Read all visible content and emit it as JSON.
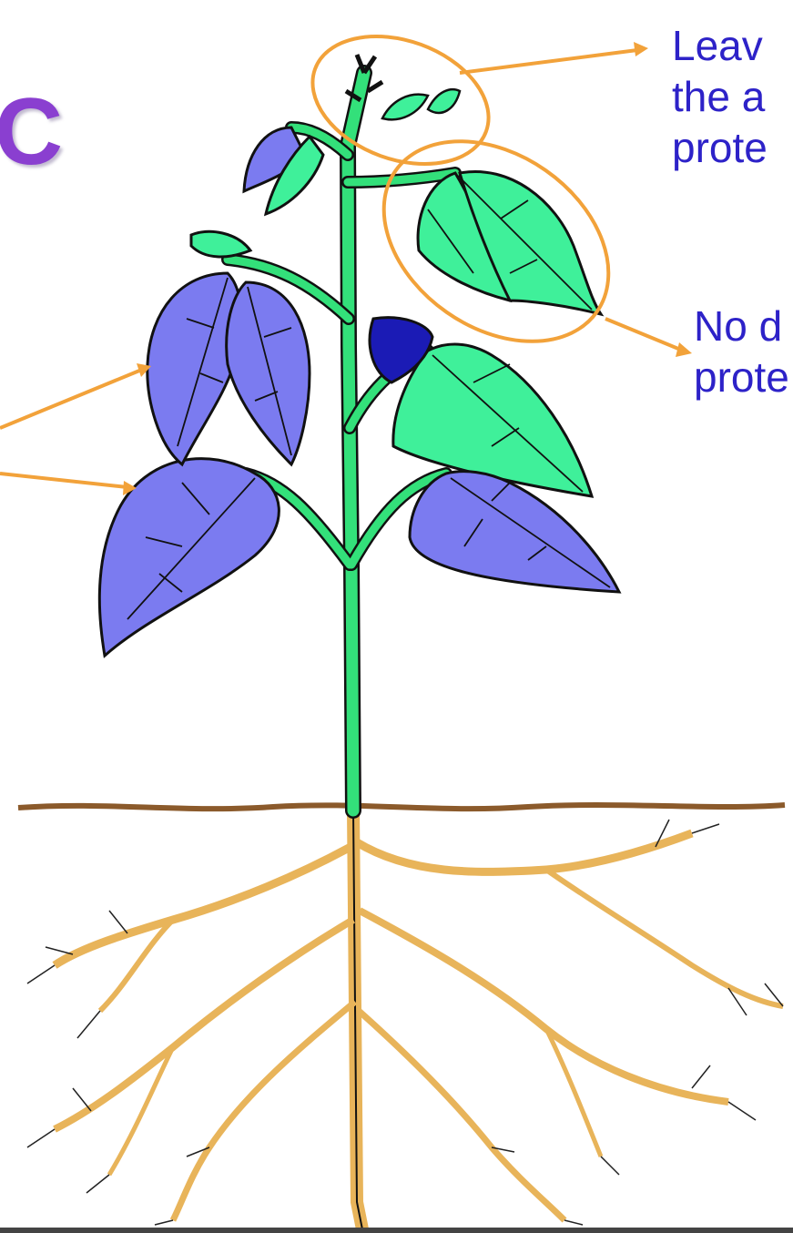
{
  "title_fragment": "C",
  "labels": {
    "right_top": [
      "Leav",
      "the a",
      "prote"
    ],
    "right_mid": [
      "No d",
      "prote"
    ]
  },
  "colors": {
    "stem": "#33e07a",
    "leaf_green": "#3ff09a",
    "leaf_blue": "#7b7bf0",
    "leaf_dark_blue": "#1b1bb5",
    "root": "#e8b45a",
    "soil_line": "#8b5a2b",
    "arrow": "#f2a23a",
    "highlight_ellipse": "#f2a23a",
    "label_text": "#2d22c8",
    "title_text": "#8a3fd0"
  }
}
